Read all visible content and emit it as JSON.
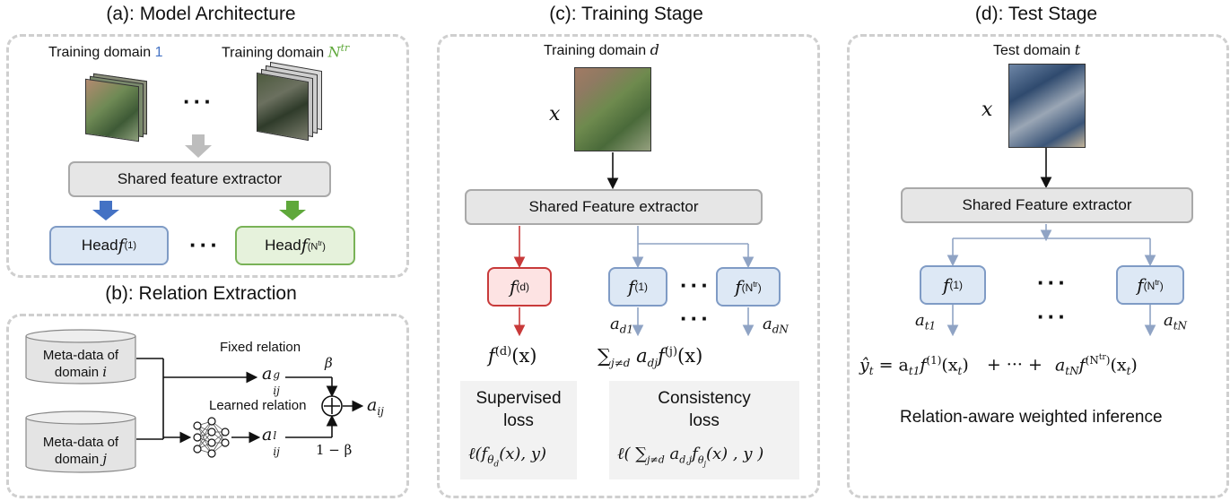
{
  "panel_a": {
    "title": "(a): Model Architecture",
    "domain1_label": "Training domain ",
    "domain1_index": "1",
    "domainN_label": "Training domain ",
    "domainN_index": "N",
    "domainN_sup": "tr",
    "ellipsis_top": "···",
    "extractor": "Shared feature extractor",
    "head1_text": "Head ",
    "head1_math": "f",
    "head1_sup": "(1)",
    "headN_text": "Head ",
    "headN_math": "f",
    "headN_sup": "(N",
    "headN_sup2": "tr",
    "headN_sup3": ")",
    "ellipsis_heads": "···",
    "colors": {
      "blue": "#4472c4",
      "green": "#5fa83b",
      "grey_arrow": "#bdbdbd"
    }
  },
  "panel_b": {
    "title": "(b): Relation Extraction",
    "meta_i_line1": "Meta-data of",
    "meta_i_line2": "domain ",
    "meta_i_var": "i",
    "meta_j_line1": "Meta-data of",
    "meta_j_line2": "domain ",
    "meta_j_var": "j",
    "fixed_label": "Fixed relation",
    "learned_label": "Learned relation",
    "a_g": "a",
    "a_g_sup": "g",
    "a_g_sub": "ij",
    "a_l": "a",
    "a_l_sup": "l",
    "a_l_sub": "ij",
    "beta": "β",
    "one_minus_beta": "1 − β",
    "a_out": "a",
    "a_out_sub": "ij",
    "plus_symbol": "⊕"
  },
  "panel_c": {
    "title": "(c): Training Stage",
    "domain_label": "Training domain ",
    "domain_var": "d",
    "x": "x",
    "extractor": "Shared Feature extractor",
    "fd": "f",
    "fd_sup": "(d)",
    "f1": "f",
    "f1_sup": "(1)",
    "fN": "f",
    "fN_sup": "(N",
    "fN_sup2": "tr",
    "fN_sup3": ")",
    "ellipsis1": "···",
    "ellipsis2": "···",
    "ad1": "a",
    "ad1_sub": "d1",
    "adN": "a",
    "adN_sub": "dN",
    "out_sup": "f",
    "out_sup_exp": "(d)",
    "out_sup_arg": "(x)",
    "out_cons": "∑",
    "out_cons_sub": "j≠d",
    "out_cons_rest": " a",
    "out_cons_rest_sub": "dj",
    "out_cons_f": "f",
    "out_cons_f_sup": "(j)",
    "out_cons_arg": "(x)",
    "sup_loss": "Supervised\nloss",
    "cons_loss": "Consistency\nloss",
    "sup_formula": "ℓ(f",
    "sup_formula_sub": "θ",
    "sup_formula_subsub": "d",
    "sup_formula_end": "(x), y)",
    "cons_formula": "ℓ( ∑",
    "cons_formula_sub": "j≠d",
    "cons_formula_mid": " a",
    "cons_formula_mid_sub": "d,j",
    "cons_formula_f": "f",
    "cons_formula_f_sub": "θ",
    "cons_formula_f_subsub": "j",
    "cons_formula_end": "(x) , y )",
    "colors": {
      "red": "#c83a3a",
      "blue_line": "#8fa3c4"
    }
  },
  "panel_d": {
    "title": "(d): Test Stage",
    "domain_label": "Test domain ",
    "domain_var": "t",
    "x": "x",
    "extractor": "Shared Feature extractor",
    "f1": "f",
    "f1_sup": "(1)",
    "fN": "f",
    "fN_sup": "(N",
    "fN_sup2": "tr",
    "fN_sup3": ")",
    "ellipsis1": "···",
    "ellipsis2": "···",
    "at1": "a",
    "at1_sub": "t1",
    "atN": "a",
    "atN_sub": "tN",
    "y_hat": "ŷ",
    "y_hat_sub": "t",
    "eq_part1": " = a",
    "eq_part1_sub": "t1",
    "eq_f1": "f",
    "eq_f1_sup": "(1)",
    "eq_f1_arg": "(x",
    "eq_f1_arg_sub": "t",
    "eq_f1_close": ")",
    "eq_plus": "+ ··· +",
    "eq_part2": "a",
    "eq_part2_sub": "tN",
    "eq_fN": "f",
    "eq_fN_sup": "(N",
    "eq_fN_sup2": "tr",
    "eq_fN_sup3": ")",
    "eq_fN_arg": "(x",
    "eq_fN_arg_sub": "t",
    "eq_fN_close": ")",
    "caption": "Relation-aware weighted inference"
  }
}
